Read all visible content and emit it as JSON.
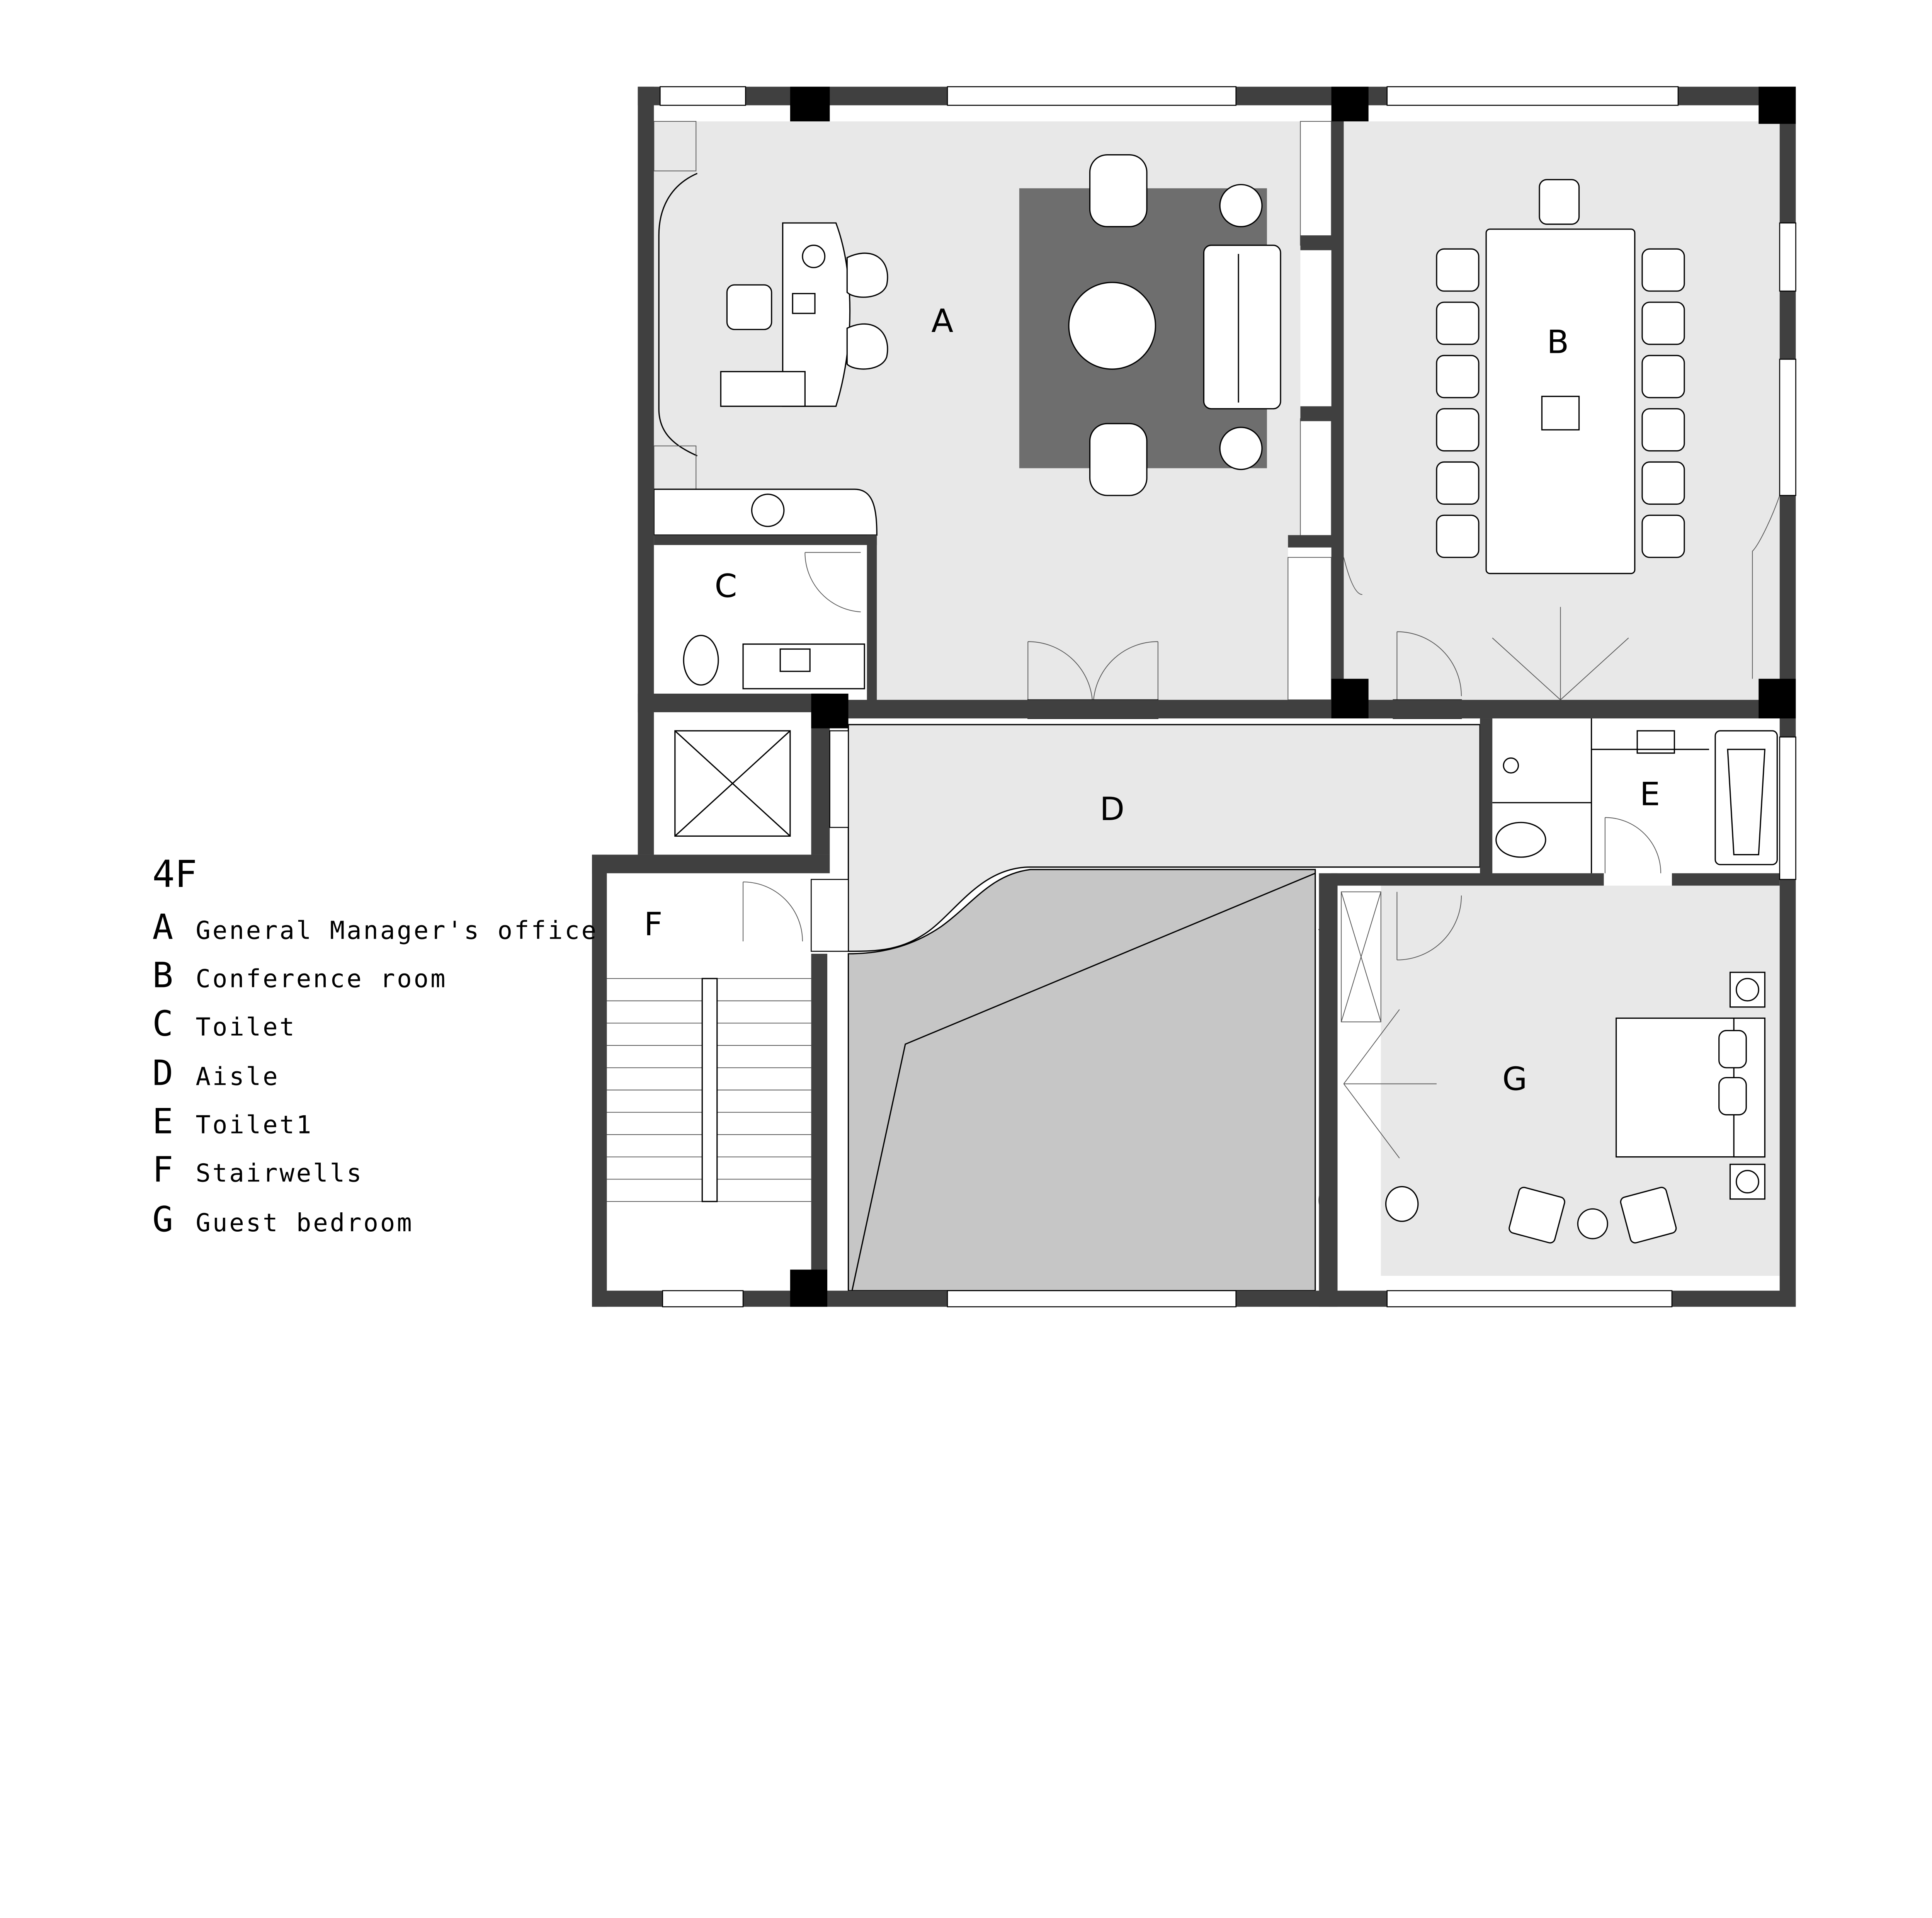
{
  "plan": {
    "floor_label": "4F",
    "rooms": {
      "A": "A",
      "B": "B",
      "C": "C",
      "D": "D",
      "E": "E",
      "F": "F",
      "G": "G"
    }
  },
  "legend": {
    "title": "4F",
    "items": [
      {
        "letter": "A",
        "name": "General Manager's office"
      },
      {
        "letter": "B",
        "name": "Conference room"
      },
      {
        "letter": "C",
        "name": "Toilet"
      },
      {
        "letter": "D",
        "name": "Aisle"
      },
      {
        "letter": "E",
        "name": "Toilet1"
      },
      {
        "letter": "F",
        "name": "Stairwells"
      },
      {
        "letter": "G",
        "name": "Guest bedroom"
      }
    ]
  },
  "colors": {
    "wall": "#404040",
    "floor": "#e8e8e8",
    "void": "#c6c6c6",
    "rug": "#6e6e6e"
  }
}
